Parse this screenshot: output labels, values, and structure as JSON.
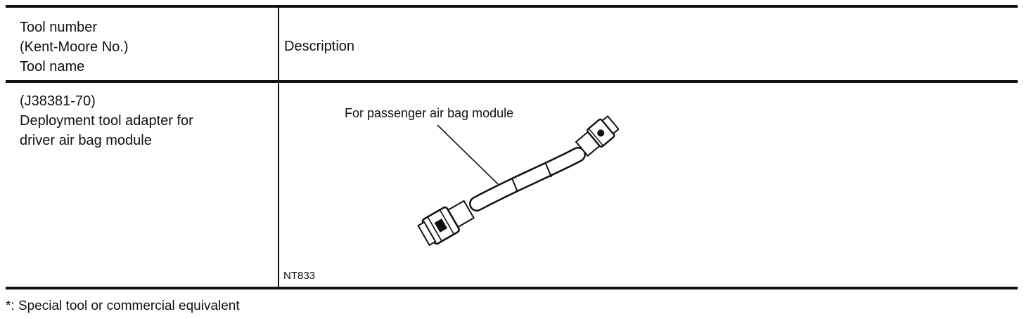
{
  "header": {
    "tool_col": [
      "Tool number",
      "(Kent-Moore No.)",
      "Tool name"
    ],
    "desc_col": "Description"
  },
  "row": {
    "tool_lines": [
      "(J38381-70)",
      "Deployment tool adapter for",
      "driver air bag module"
    ],
    "caption": "For passenger air bag module",
    "figure_code": "NT833"
  },
  "footnote": "*: Special tool or commercial equivalent"
}
